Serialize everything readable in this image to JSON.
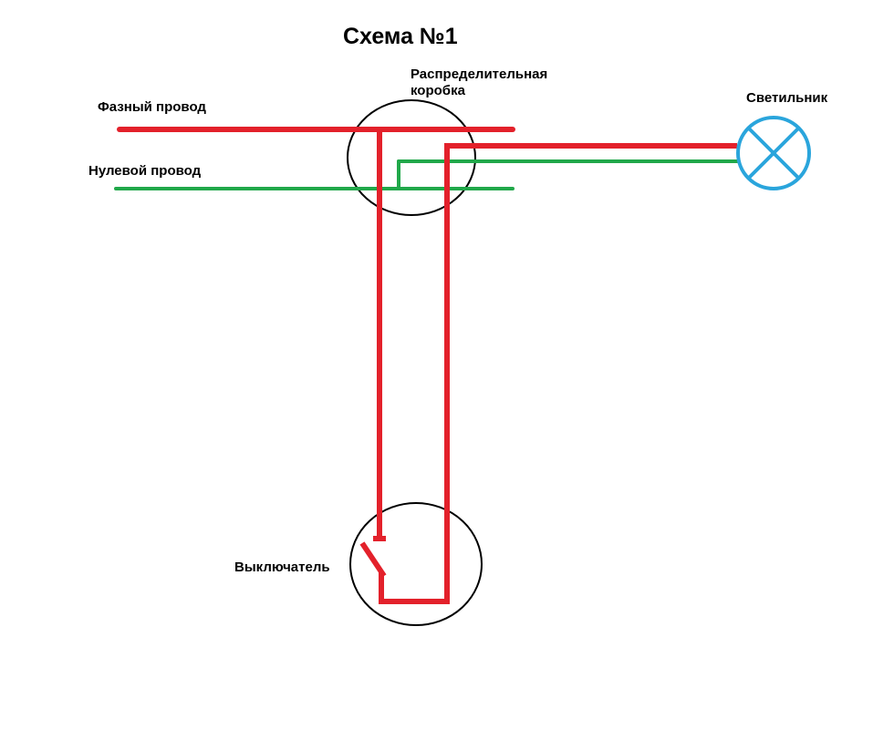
{
  "title": "Схема №1",
  "labels": {
    "phase_wire": "Фазный провод",
    "neutral_wire": "Нулевой провод",
    "junction_box_line1": "Распределительная",
    "junction_box_line2": "коробка",
    "lamp": "Светильник",
    "switch": "Выключатель"
  },
  "colors": {
    "phase": "#e3212b",
    "neutral": "#21a84a",
    "lamp": "#2aa5dc",
    "outline": "#000000",
    "text": "#000000",
    "background": "#ffffff"
  }
}
